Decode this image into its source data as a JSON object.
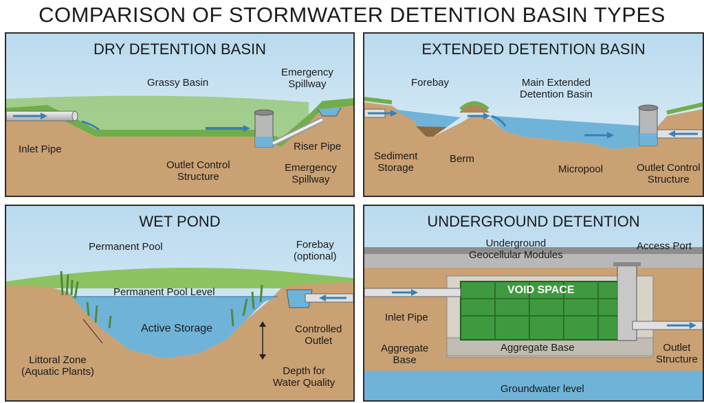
{
  "title": "COMPARISON OF STORMWATER DETENTION BASIN TYPES",
  "panels": {
    "dry": {
      "title": "DRY DETENTION BASIN",
      "labels": {
        "grassy_basin": "Grassy Basin",
        "emergency_spillway_top": "Emergency\nSpillway",
        "inlet_pipe": "Inlet Pipe",
        "riser_pipe": "Riser Pipe",
        "outlet_control": "Outlet Control\nStructure",
        "emergency_spillway_bottom": "Emergency\nSpillway"
      }
    },
    "extended": {
      "title": "EXTENDED DETENTION BASIN",
      "labels": {
        "forebay": "Forebay",
        "main_basin": "Main Extended\nDetention Basin",
        "sediment_storage": "Sediment\nStorage",
        "berm": "Berm",
        "micropool": "Micropool",
        "outlet_control": "Outlet Control\nStructure"
      }
    },
    "wet": {
      "title": "WET POND",
      "labels": {
        "permanent_pool": "Permanent Pool",
        "forebay": "Forebay\n(optional)",
        "pool_level": "Permanent Pool Level",
        "active_storage": "Active Storage",
        "controlled_outlet": "Controlled\nOutlet",
        "littoral_zone": "Littoral Zone\n(Aquatic Plants)",
        "depth": "Depth for\nWater Quality"
      }
    },
    "underground": {
      "title": "UNDERGROUND DETENTION",
      "labels": {
        "modules": "Underground\nGeocellular Modules",
        "access_port": "Access Port",
        "void_space": "VOID SPACE",
        "inlet_pipe": "Inlet Pipe",
        "aggregate_base_left": "Aggregate\nBase",
        "aggregate_base_center": "Aggregate Base",
        "outlet_structure": "Outlet\nStructure",
        "groundwater": "Groundwater level"
      }
    }
  },
  "colors": {
    "sky": "#cfe6f2",
    "soil": "#c9a173",
    "grass": "#6fae4a",
    "water": "#6fb3d9",
    "module_green": "#3f9a3f"
  }
}
